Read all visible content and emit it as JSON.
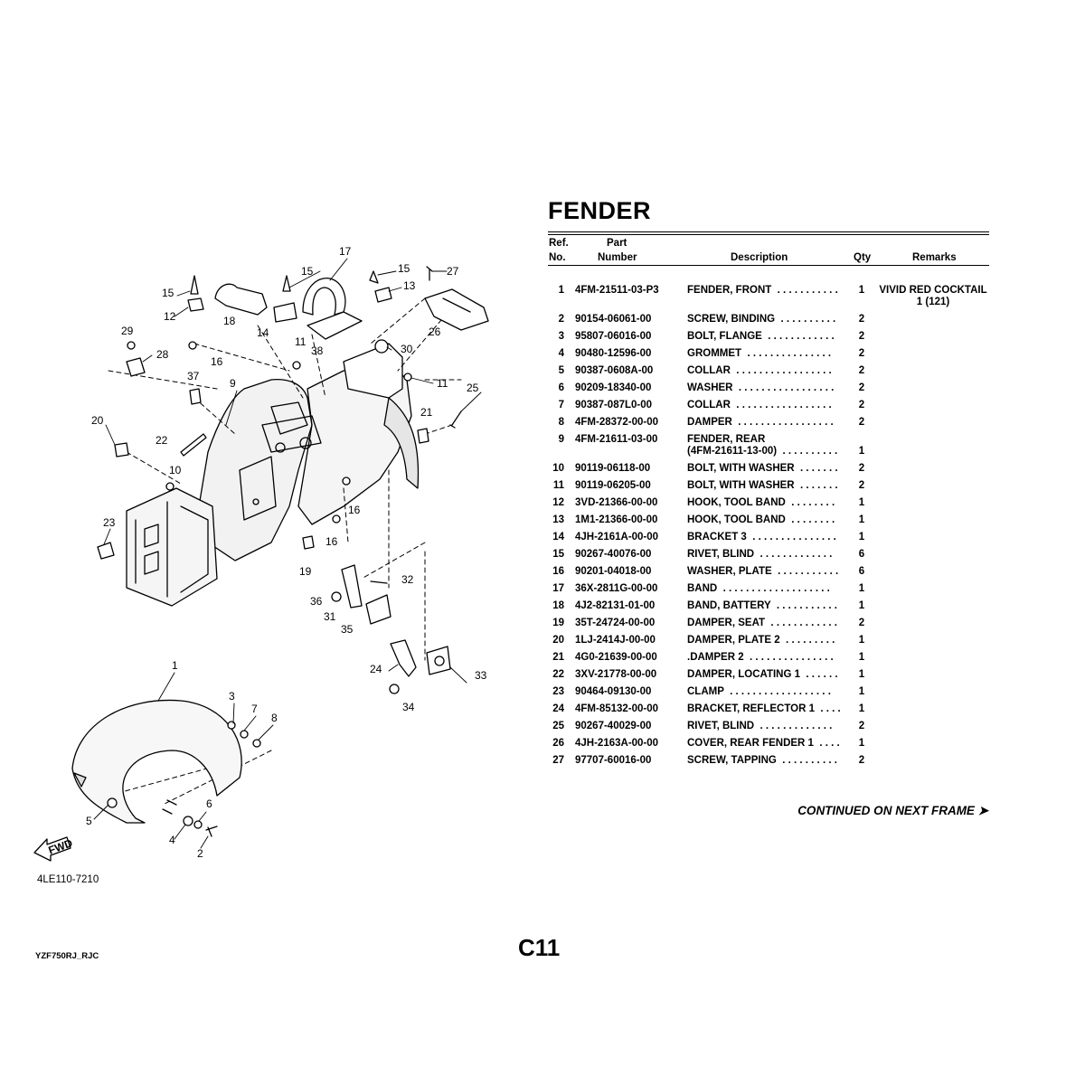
{
  "title": "FENDER",
  "headers": {
    "ref1": "Ref.",
    "ref2": "No.",
    "part1": "Part",
    "part2": "Number",
    "desc": "Description",
    "qty": "Qty",
    "remarks": "Remarks"
  },
  "parts": [
    {
      "ref": "1",
      "part": "4FM-21511-03-P3",
      "desc": "FENDER, FRONT  . . . . . . . . . . .",
      "qty": "1",
      "remarks": "VIVID RED COCKTAIL",
      "remarks2": "1 (121)"
    },
    {
      "ref": "2",
      "part": "90154-06061-00",
      "desc": "SCREW, BINDING  . . . . . . . . . .",
      "qty": "2",
      "remarks": ""
    },
    {
      "ref": "3",
      "part": "95807-06016-00",
      "desc": "BOLT, FLANGE  . . . . . . . . . . . .",
      "qty": "2",
      "remarks": ""
    },
    {
      "ref": "4",
      "part": "90480-12596-00",
      "desc": "GROMMET  . . . . . . . . . . . . . . .",
      "qty": "2",
      "remarks": ""
    },
    {
      "ref": "5",
      "part": "90387-0608A-00",
      "desc": "COLLAR  . . . . . . . . . . . . . . . . .",
      "qty": "2",
      "remarks": ""
    },
    {
      "ref": "6",
      "part": "90209-18340-00",
      "desc": "WASHER  . . . . . . . . . . . . . . . . .",
      "qty": "2",
      "remarks": ""
    },
    {
      "ref": "7",
      "part": "90387-087L0-00",
      "desc": "COLLAR  . . . . . . . . . . . . . . . . .",
      "qty": "2",
      "remarks": ""
    },
    {
      "ref": "8",
      "part": "4FM-28372-00-00",
      "desc": "DAMPER  . . . . . . . . . . . . . . . . .",
      "qty": "2",
      "remarks": ""
    },
    {
      "ref": "9",
      "part": "4FM-21611-03-00",
      "desc": "FENDER, REAR",
      "desc2": "(4FM-21611-13-00)  . . . . . . . . . .",
      "qty": "1",
      "remarks": ""
    },
    {
      "ref": "10",
      "part": "90119-06118-00",
      "desc": "BOLT, WITH WASHER  . . . . . . .",
      "qty": "2",
      "remarks": ""
    },
    {
      "ref": "11",
      "part": "90119-06205-00",
      "desc": "BOLT, WITH WASHER  . . . . . . .",
      "qty": "2",
      "remarks": ""
    },
    {
      "ref": "12",
      "part": "3VD-21366-00-00",
      "desc": "HOOK, TOOL BAND  . . . . . . . .",
      "qty": "1",
      "remarks": ""
    },
    {
      "ref": "13",
      "part": "1M1-21366-00-00",
      "desc": "HOOK, TOOL BAND  . . . . . . . .",
      "qty": "1",
      "remarks": ""
    },
    {
      "ref": "14",
      "part": "4JH-2161A-00-00",
      "desc": "BRACKET 3  . . . . . . . . . . . . . . .",
      "qty": "1",
      "remarks": ""
    },
    {
      "ref": "15",
      "part": "90267-40076-00",
      "desc": "RIVET, BLIND  . . . . . . . . . . . . .",
      "qty": "6",
      "remarks": ""
    },
    {
      "ref": "16",
      "part": "90201-04018-00",
      "desc": "WASHER, PLATE  . . . . . . . . . . .",
      "qty": "6",
      "remarks": ""
    },
    {
      "ref": "17",
      "part": "36X-2811G-00-00",
      "desc": "BAND  . . . . . . . . . . . . . . . . . . .",
      "qty": "1",
      "remarks": ""
    },
    {
      "ref": "18",
      "part": "4J2-82131-01-00",
      "desc": "BAND, BATTERY  . . . . . . . . . . .",
      "qty": "1",
      "remarks": ""
    },
    {
      "ref": "19",
      "part": "35T-24724-00-00",
      "desc": "DAMPER, SEAT  . . . . . . . . . . . .",
      "qty": "2",
      "remarks": ""
    },
    {
      "ref": "20",
      "part": "1LJ-2414J-00-00",
      "desc": "DAMPER, PLATE 2  . . . . . . . . .",
      "qty": "1",
      "remarks": ""
    },
    {
      "ref": "21",
      "part": "4G0-21639-00-00",
      "desc": ".DAMPER 2  . . . . . . . . . . . . . . .",
      "qty": "1",
      "remarks": ""
    },
    {
      "ref": "22",
      "part": "3XV-21778-00-00",
      "desc": "DAMPER, LOCATING 1  . . . . . .",
      "qty": "1",
      "remarks": ""
    },
    {
      "ref": "23",
      "part": "90464-09130-00",
      "desc": "CLAMP  . . . . . . . . . . . . . . . . . .",
      "qty": "1",
      "remarks": ""
    },
    {
      "ref": "24",
      "part": "4FM-85132-00-00",
      "desc": "BRACKET, REFLECTOR 1  . . . .",
      "qty": "1",
      "remarks": ""
    },
    {
      "ref": "25",
      "part": "90267-40029-00",
      "desc": "RIVET, BLIND  . . . . . . . . . . . . .",
      "qty": "2",
      "remarks": ""
    },
    {
      "ref": "26",
      "part": "4JH-2163A-00-00",
      "desc": "COVER, REAR FENDER 1  . . . .",
      "qty": "1",
      "remarks": ""
    },
    {
      "ref": "27",
      "part": "97707-60016-00",
      "desc": "SCREW, TAPPING  . . . . . . . . . .",
      "qty": "2",
      "remarks": ""
    }
  ],
  "continued": "CONTINUED ON NEXT FRAME ➤",
  "page_number": "C11",
  "model_code": "YZF750RJ_RJC",
  "illustration_id": "4LE110-7210",
  "fwd_label": "FWD",
  "callouts": [
    "1",
    "2",
    "3",
    "4",
    "5",
    "6",
    "7",
    "8",
    "9",
    "10",
    "11",
    "11",
    "12",
    "13",
    "14",
    "15",
    "15",
    "15",
    "16",
    "16",
    "16",
    "17",
    "18",
    "19",
    "20",
    "21",
    "22",
    "23",
    "24",
    "25",
    "26",
    "27",
    "28",
    "29",
    "30",
    "31",
    "32",
    "33",
    "34",
    "35",
    "36",
    "37",
    "38"
  ]
}
